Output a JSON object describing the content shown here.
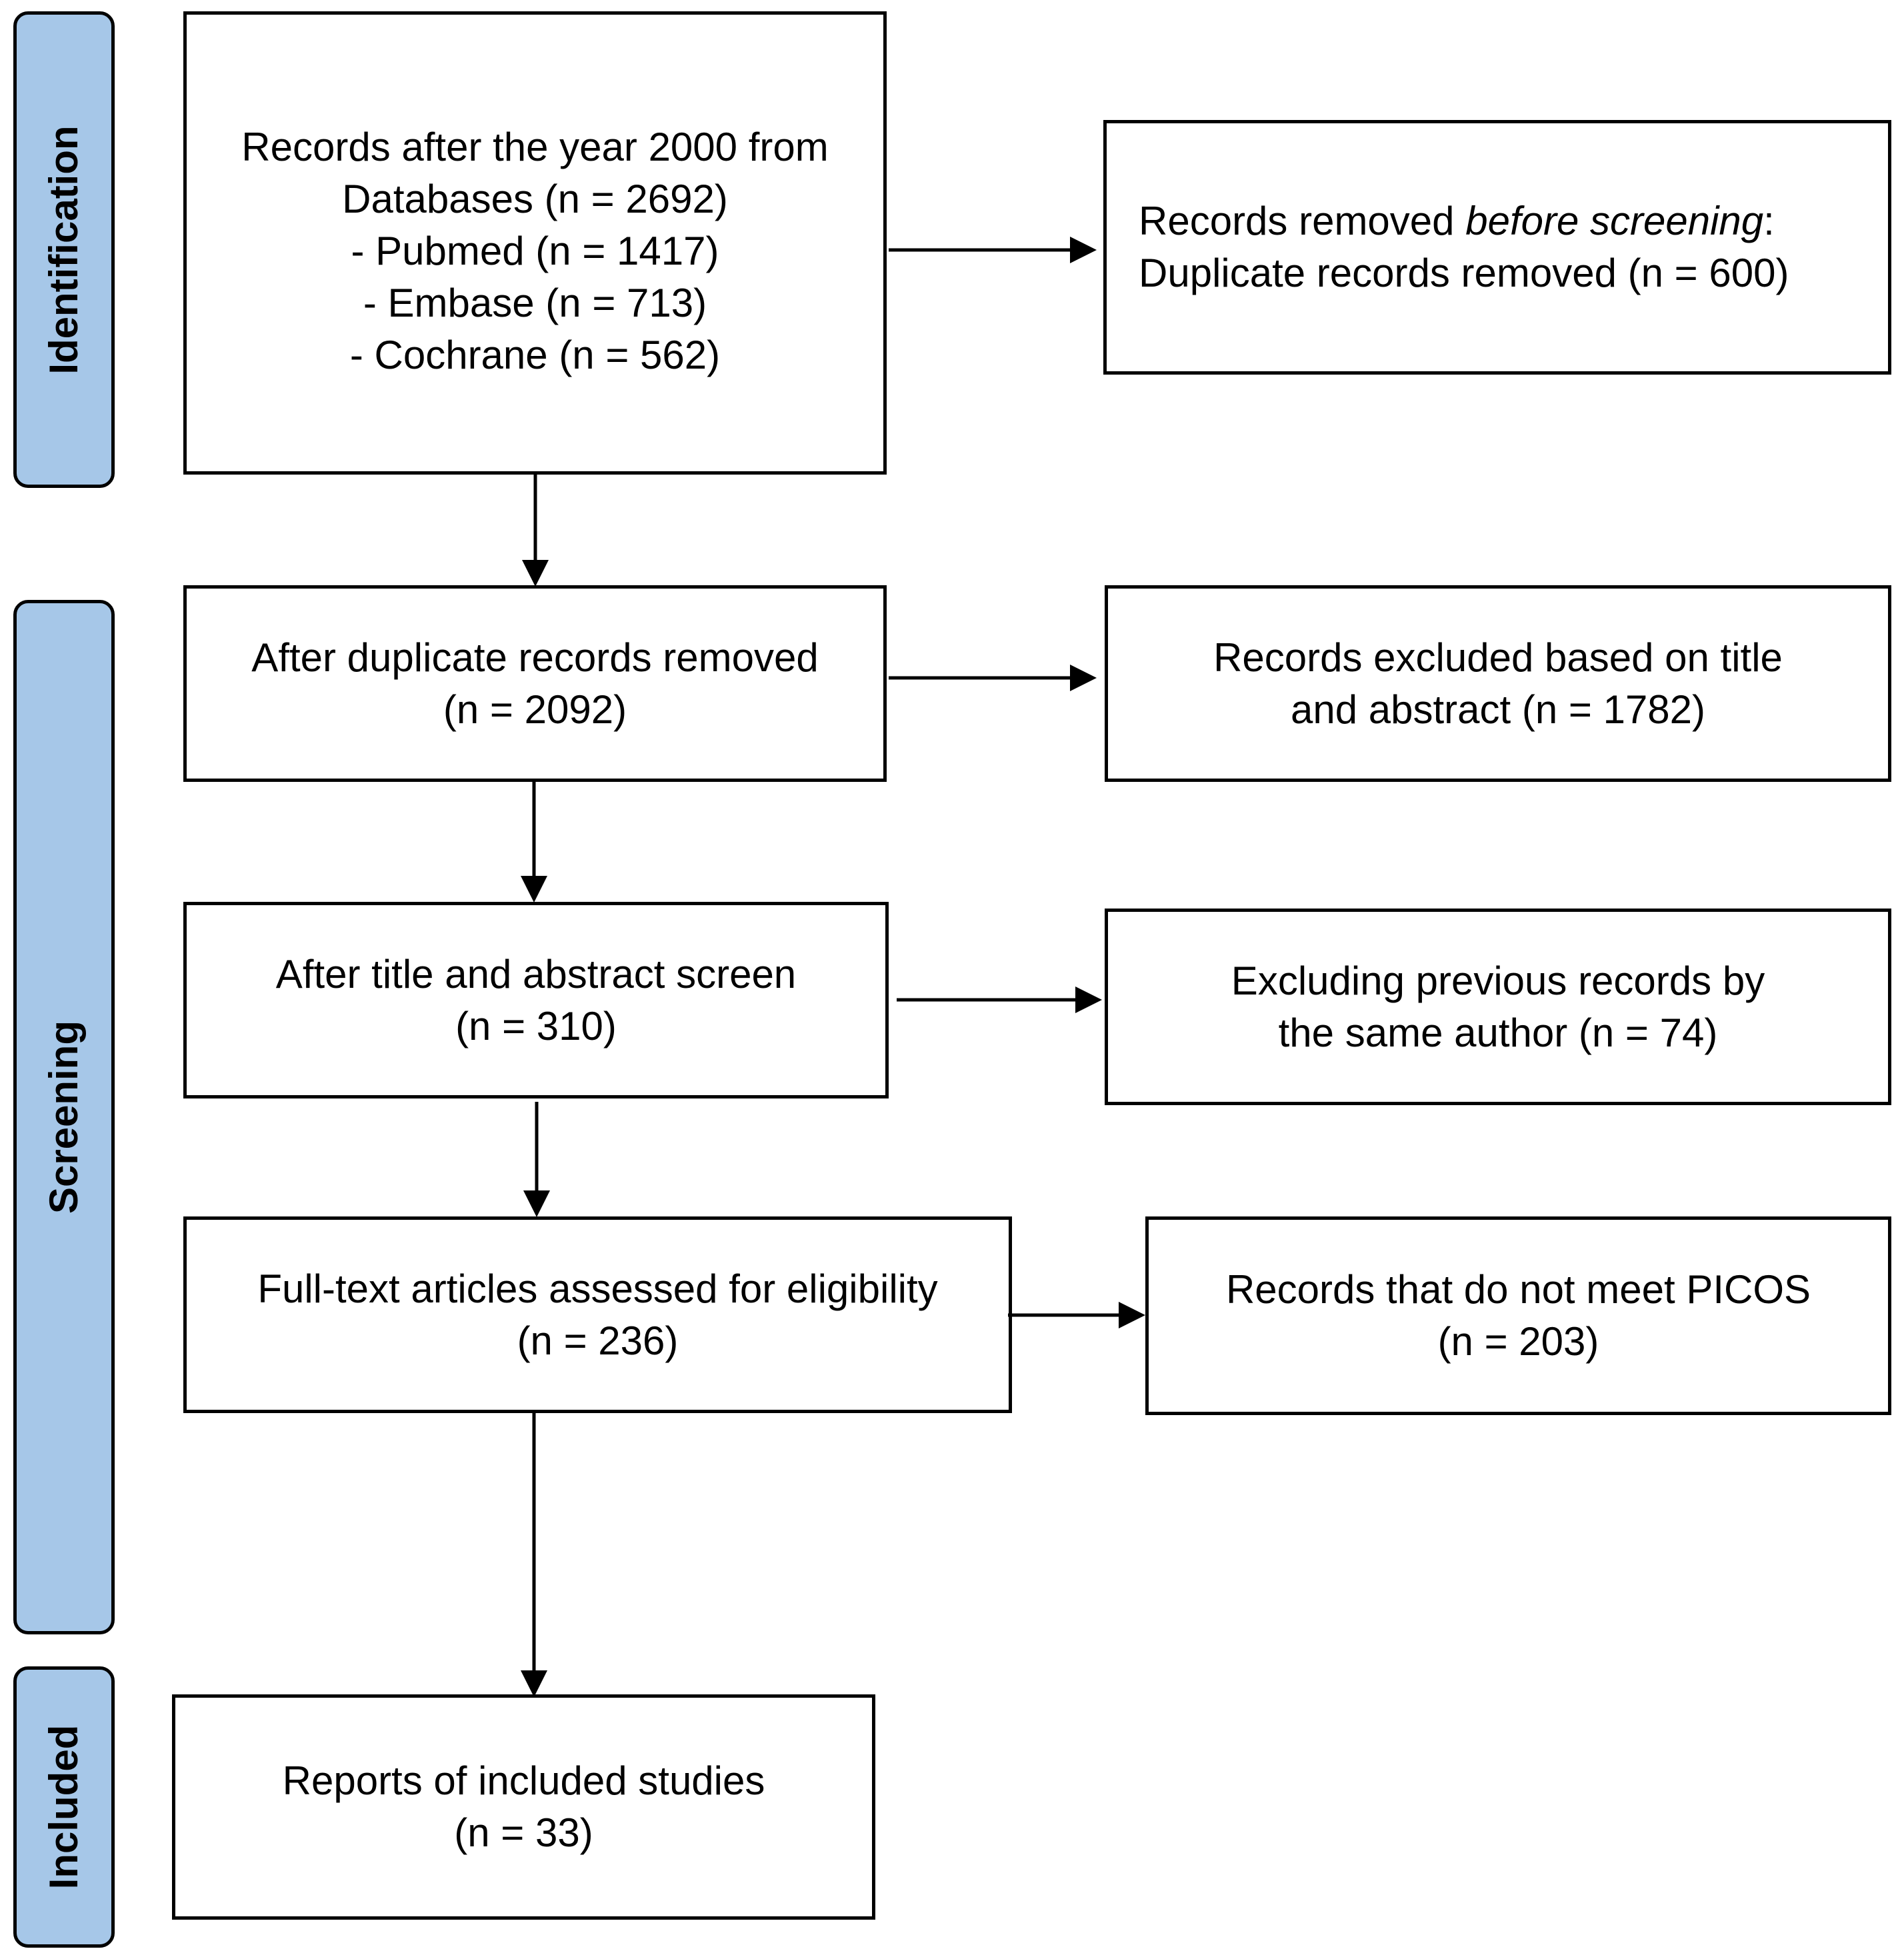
{
  "phases": {
    "identification": "Identification",
    "screening": "Screening",
    "included": "Included"
  },
  "boxes": {
    "records_databases": {
      "line1": "Records after the year 2000 from",
      "line2": "Databases (n = 2692)",
      "line3": "- Pubmed (n = 1417)",
      "line4": "- Embase (n = 713)",
      "line5": "- Cochrane (n = 562)"
    },
    "removed_before_screening": {
      "prefix": "Records removed ",
      "emphasis": "before screening",
      "suffix": ":",
      "line2": "Duplicate records removed (n = 600)"
    },
    "after_duplicates": {
      "line1": "After duplicate records removed",
      "line2": "(n = 2092)"
    },
    "excluded_title_abstract": {
      "line1": "Records excluded based on title",
      "line2": "and abstract (n = 1782)"
    },
    "after_title_abstract": {
      "line1": "After title and abstract screen",
      "line2": "(n = 310)"
    },
    "excluded_same_author": {
      "line1": "Excluding previous records by",
      "line2": "the same author (n = 74)"
    },
    "full_text": {
      "line1": "Full-text articles assessed for eligibility",
      "line2": "(n = 236)"
    },
    "not_picos": {
      "line1": "Records that do not meet PICOS",
      "line2": "(n = 203)"
    },
    "included_studies": {
      "line1": "Reports of included studies",
      "line2": "(n = 33)"
    }
  },
  "colors": {
    "phase_fill": "#a6c7e8",
    "stroke": "#000000"
  }
}
